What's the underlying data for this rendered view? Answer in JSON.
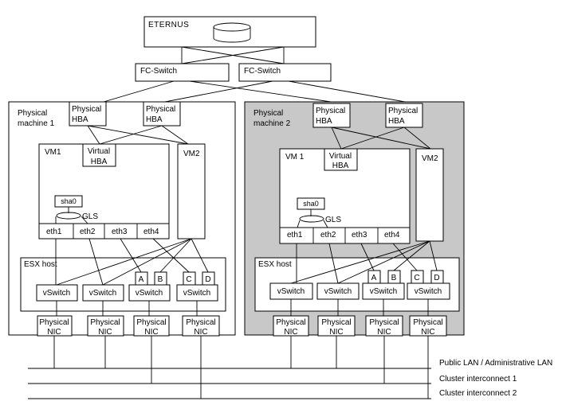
{
  "storage": {
    "label": "ETERNUS"
  },
  "fc_switches": [
    {
      "label": "FC-Switch"
    },
    {
      "label": "FC-Switch"
    }
  ],
  "machines": [
    {
      "label_line1": "Physical",
      "label_line2": "machine 1",
      "hbas": [
        {
          "line1": "Physical",
          "line2": "HBA"
        },
        {
          "line1": "Physical",
          "line2": "HBA"
        }
      ],
      "vm1": {
        "label": "VM1",
        "vhba_line1": "Virtual",
        "vhba_line2": "HBA",
        "sha": "sha0",
        "gls": "GLS",
        "eths": [
          "eth1",
          "eth2",
          "eth3",
          "eth4"
        ]
      },
      "vm2": {
        "label": "VM2"
      },
      "esx": {
        "label": "ESX host",
        "ports": [
          "A",
          "B",
          "C",
          "D"
        ],
        "vswitches": [
          "vSwitch",
          "vSwitch",
          "vSwitch",
          "vSwitch"
        ]
      },
      "nics": [
        {
          "line1": "Physical",
          "line2": "NIC"
        },
        {
          "line1": "Physical",
          "line2": "NIC"
        },
        {
          "line1": "Physical",
          "line2": "NIC"
        },
        {
          "line1": "Physical",
          "line2": "NIC"
        }
      ]
    },
    {
      "label_line1": "Physical",
      "label_line2": "machine 2",
      "hbas": [
        {
          "line1": "Physical",
          "line2": "HBA"
        },
        {
          "line1": "Physical",
          "line2": "HBA"
        }
      ],
      "vm1": {
        "label": "VM 1",
        "vhba_line1": "Virtual",
        "vhba_line2": "HBA",
        "sha": "sha0",
        "gls": "GLS",
        "eths": [
          "eth1",
          "eth2",
          "eth3",
          "eth4"
        ]
      },
      "vm2": {
        "label": "VM2"
      },
      "esx": {
        "label": "ESX host",
        "ports": [
          "A",
          "B",
          "C",
          "D"
        ],
        "vswitches": [
          "vSwitch",
          "vSwitch",
          "vSwitch",
          "vSwitch"
        ]
      },
      "nics": [
        {
          "line1": "Physical",
          "line2": "NIC"
        },
        {
          "line1": "Physical",
          "line2": "NIC"
        },
        {
          "line1": "Physical",
          "line2": "NIC"
        },
        {
          "line1": "Physical",
          "line2": "NIC"
        }
      ]
    }
  ],
  "networks": [
    "Public LAN / Administrative LAN",
    "Cluster interconnect 1",
    "Cluster interconnect 2"
  ],
  "colors": {
    "machine2_background": "#c8c8c8",
    "line": "#000000",
    "box_fill": "#ffffff"
  }
}
